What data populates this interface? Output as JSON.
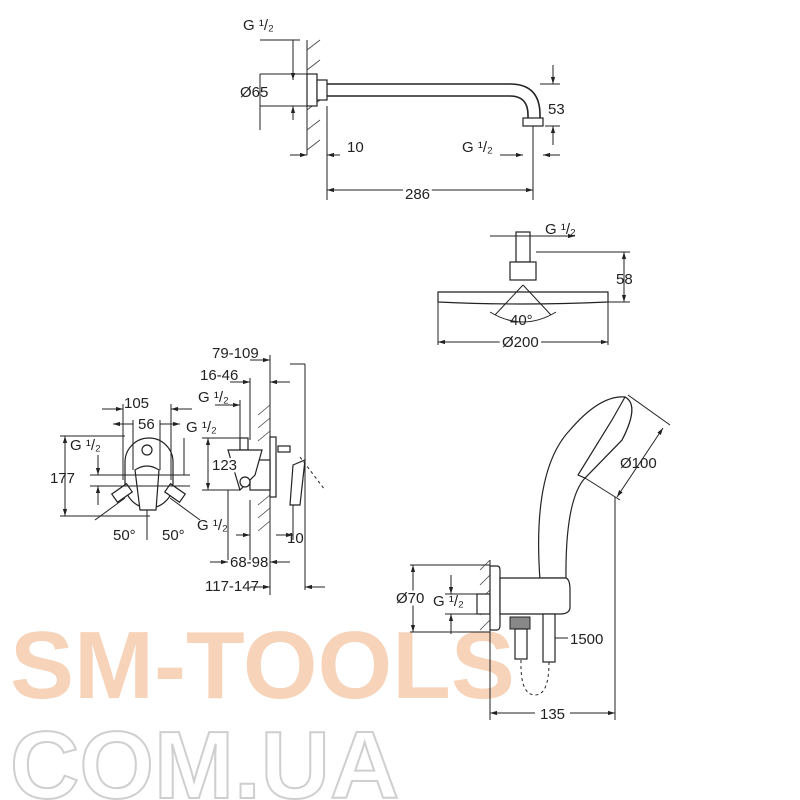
{
  "watermark": {
    "line1": "SM-TOOLS",
    "line2": "COM.UA",
    "color1": "#f5c9a8",
    "color2": "#cfcfcf"
  },
  "shower_arm": {
    "thread_top": "G ¹/₂",
    "flange_dia": "Ø65",
    "flange_depth": "10",
    "thread_outlet": "G ¹/₂",
    "drop": "53",
    "length": "286"
  },
  "head_shower": {
    "thread": "G ¹/₂",
    "height": "58",
    "angle": "40°",
    "diameter": "Ø200"
  },
  "mixer": {
    "depth_total": "79-109",
    "depth_body": "16-46",
    "thread_top": "G ¹/₂",
    "width_outer": "105",
    "width_inner": "56",
    "thread_right": "G ¹/₂",
    "thread_left": "G ¹/₂",
    "height": "177",
    "body_height": "123",
    "angle_left": "50°",
    "angle_right": "50°",
    "thread_bottom": "G ¹/₂",
    "lever_offset": "10",
    "install_depth": "68-98",
    "install_total": "117-147"
  },
  "hand_shower": {
    "diameter": "Ø100",
    "elbow_dia": "Ø70",
    "thread": "G ¹/₂",
    "hose_length": "1500",
    "projection": "135"
  }
}
